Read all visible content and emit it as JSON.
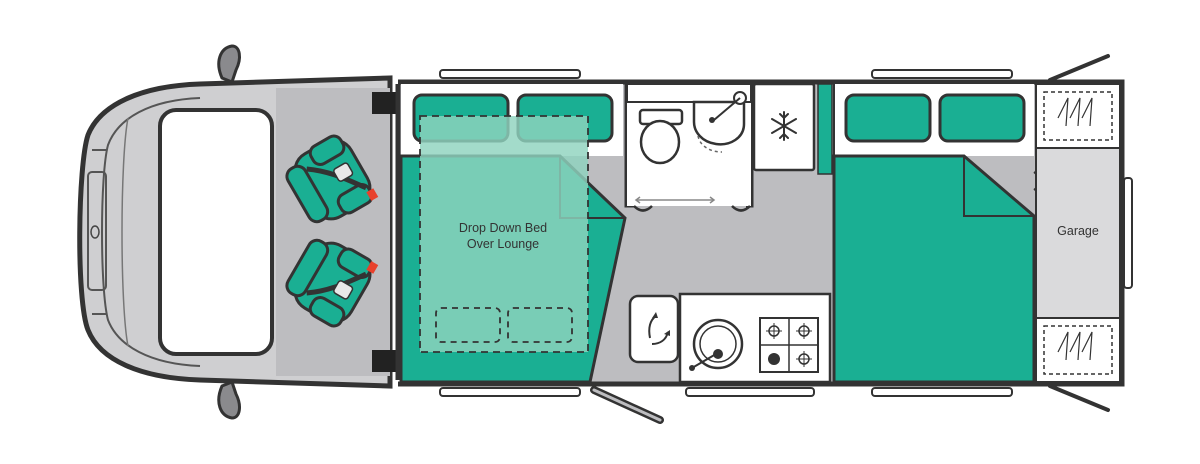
{
  "labels": {
    "drop_down_bed_line1": "Drop Down Bed",
    "drop_down_bed_line2": "Over Lounge",
    "garage": "Garage"
  },
  "icons": {
    "fridge": "snowflake-icon",
    "swivel": "swivel-arrow-icon",
    "sink": "sink-icon",
    "hob": "gas-hob-icon",
    "toilet": "toilet-icon",
    "basin": "basin-icon"
  },
  "colors": {
    "accent": "#1aaf93",
    "accent_dark": "#127f6b",
    "accent_light": "#8fd3be",
    "floor": "#bdbdc0",
    "wall": "#333333",
    "cab": "#cfcfd1",
    "seatbelt": "#e8412c"
  }
}
